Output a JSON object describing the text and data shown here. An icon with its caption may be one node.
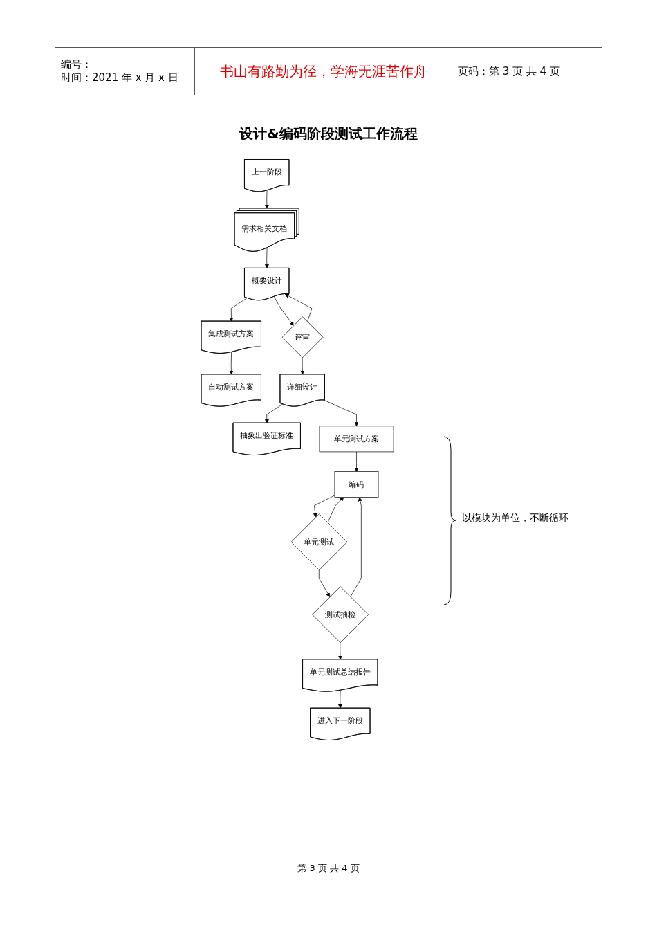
{
  "diagram": {
    "title": "设计&编码阶段测试工作流程",
    "nodes": [
      {
        "text": [
          "上一阶段"
        ]
      },
      {
        "text": [
          "需求相关文档"
        ]
      },
      {
        "text": [
          "概要设计"
        ]
      },
      {
        "text": [
          "集成测试方案"
        ]
      },
      {
        "text": [
          "评审"
        ]
      },
      {
        "text": [
          "自动测试方案"
        ]
      },
      {
        "text": [
          "详细设计"
        ]
      },
      {
        "text": [
          "抽象出验证标准"
        ]
      },
      {
        "text": [
          "单元测试方案"
        ]
      },
      {
        "text": [
          "编码"
        ]
      },
      {
        "text": [
          "单元测试"
        ]
      },
      {
        "text": [
          "测试抽检"
        ]
      },
      {
        "text": [
          "单元测试总结报告"
        ]
      },
      {
        "text": [
          "进入下一阶段"
        ]
      }
    ],
    "edges": [
      {
        "from": 0,
        "to": 1,
        "arrow": "to"
      },
      {
        "from": 1,
        "to": 2,
        "arrow": "to"
      },
      {
        "from": 2,
        "to": 3,
        "arrow": "to"
      },
      {
        "from": 2,
        "to": 4,
        "arrow": "to"
      },
      {
        "from": 4,
        "to": 2,
        "arrow": "to"
      },
      {
        "from": 3,
        "to": 5,
        "arrow": "to"
      },
      {
        "from": 4,
        "to": 6,
        "arrow": "to"
      },
      {
        "from": 6,
        "to": 7,
        "arrow": "to"
      },
      {
        "from": 6,
        "to": 8,
        "arrow": "to"
      },
      {
        "from": 8,
        "to": 9,
        "arrow": "to"
      },
      {
        "from": 9,
        "to": 10,
        "arrow": "to"
      },
      {
        "from": 10,
        "to": 9,
        "arrow": "to"
      },
      {
        "from": 10,
        "to": 11,
        "arrow": "to"
      },
      {
        "from": 11,
        "to": 9,
        "arrow": "to"
      },
      {
        "from": 11,
        "to": 12,
        "arrow": "to"
      },
      {
        "from": 12,
        "to": 13,
        "arrow": "to"
      }
    ],
    "labels": [
      "编号：",
      "时间：2021 年 x 月 x 日",
      "书山有路勤为径，学海无涯苦作舟",
      "页码：第 3 页 共 4 页",
      "以模块为单位，不断循环",
      "第 3 页 共 4 页"
    ]
  }
}
